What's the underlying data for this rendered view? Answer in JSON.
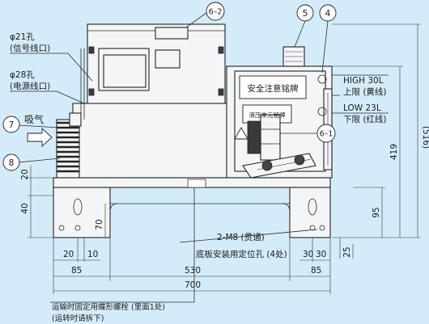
{
  "callouts": {
    "c62": "6–2",
    "c5": "5",
    "c4": "4",
    "c7": "7",
    "c8": "8",
    "c61": "6–1"
  },
  "labels": {
    "hole21": "φ21孔",
    "signal_port": "(信号线口)",
    "hole28": "φ28孔",
    "power_port": "(电源线口)",
    "intake": "吸气",
    "safety_plate": "安全注意铭牌",
    "unit_plate": "液压单元铭牌",
    "high_level": "HIGH 30L",
    "upper_limit": "上限 (黄线)",
    "low_level": "LOW 23L",
    "lower_limit": "下限 (红线)",
    "bolt_spec": "2-M8 (贯通)",
    "locating_holes": "底板安装用定位孔 (4处)",
    "transport_bolt": "运输时固定用蝶形螺栓 (里面1处)",
    "remove_note": "(运转时请拆下)"
  },
  "dims": {
    "d516": "(516)",
    "d419": "419",
    "d95": "95",
    "d25": "25",
    "d20": "20",
    "d40": "40",
    "d70": "70",
    "d20b": "20",
    "d10": "10",
    "d85l": "85",
    "d530": "530",
    "d700": "700",
    "d30a": "30",
    "d30b": "30",
    "d85r": "85"
  },
  "colors": {
    "background": "#d4ecf9"
  }
}
